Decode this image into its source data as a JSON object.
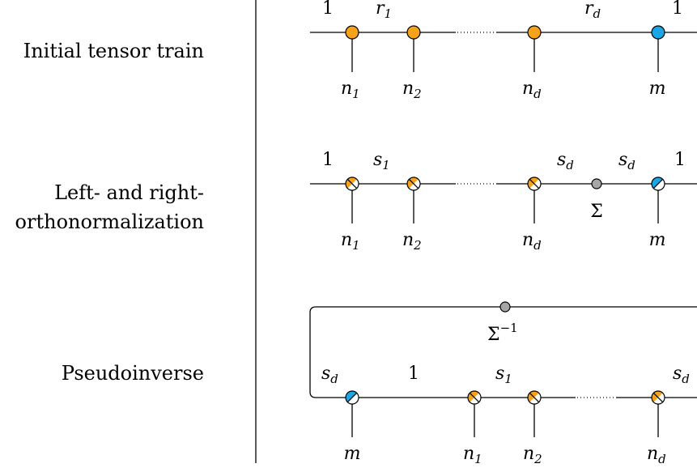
{
  "colors": {
    "core": "#F7A21B",
    "output_core": "#1AA7E3",
    "singular": "#A6A6A6",
    "line": "#000000"
  },
  "rows": [
    {
      "label": "Initial tensor train",
      "ranks": [
        "1",
        "r",
        "r",
        "1"
      ],
      "rank_subscripts": [
        "",
        "1",
        "d",
        ""
      ],
      "legs": [
        "n",
        "n",
        "n",
        "m"
      ],
      "leg_subscripts": [
        "1",
        "2",
        "d",
        ""
      ]
    },
    {
      "label_lines": [
        "Left- and right-",
        "orthonormalization"
      ],
      "ranks": [
        "1",
        "s",
        "s",
        "s",
        "1"
      ],
      "rank_subscripts": [
        "",
        "1",
        "d",
        "d",
        ""
      ],
      "sigma": "Σ",
      "legs": [
        "n",
        "n",
        "n",
        "m"
      ],
      "leg_subscripts": [
        "1",
        "2",
        "d",
        ""
      ]
    },
    {
      "label": "Pseudoinverse",
      "sigma_inv_base": "Σ",
      "sigma_inv_sup": "−1",
      "ranks": [
        "s",
        "1",
        "s",
        "s"
      ],
      "rank_subscripts": [
        "d",
        "",
        "1",
        "d"
      ],
      "legs": [
        "m",
        "n",
        "n",
        "n"
      ],
      "leg_subscripts": [
        "",
        "1",
        "2",
        "d"
      ]
    }
  ]
}
